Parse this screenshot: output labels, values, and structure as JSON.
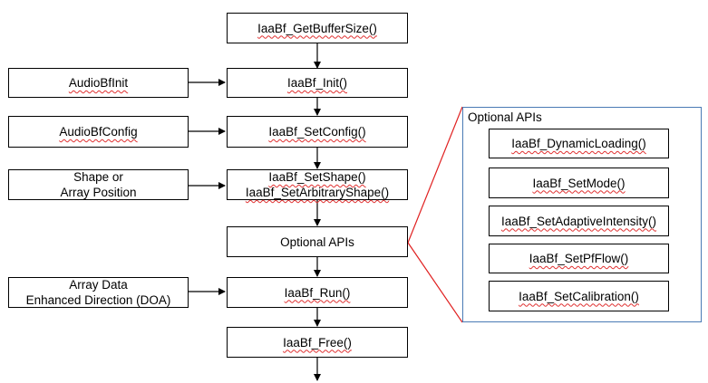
{
  "main_flow": [
    {
      "id": "getbuffersize",
      "label": "IaaBf_GetBufferSize()"
    },
    {
      "id": "init",
      "label": "IaaBf_Init()"
    },
    {
      "id": "setconfig",
      "label": "IaaBf_SetConfig()"
    },
    {
      "id": "setshape",
      "lines": [
        "IaaBf_SetShape()",
        "IaaBf_SetArbitraryShape()"
      ]
    },
    {
      "id": "optional",
      "label": "Optional APIs"
    },
    {
      "id": "run",
      "label": "IaaBf_Run()"
    },
    {
      "id": "free",
      "label": "IaaBf_Free()"
    }
  ],
  "inputs": [
    {
      "id": "audiobfinit",
      "lines": [
        "AudioBfInit"
      ]
    },
    {
      "id": "audiobfconfig",
      "lines": [
        "AudioBfConfig"
      ]
    },
    {
      "id": "shape",
      "lines": [
        "Shape or",
        "Array Position"
      ]
    },
    {
      "id": "arraydata",
      "lines": [
        "Array Data",
        "Enhanced Direction (DOA)"
      ]
    }
  ],
  "optional_panel": {
    "title": "Optional APIs",
    "items": [
      "IaaBf_DynamicLoading()",
      "IaaBf_SetMode()",
      "IaaBf_SetAdaptiveIntensity()",
      "IaaBf_SetPfFlow()",
      "IaaBf_SetCalibration()"
    ]
  },
  "colors": {
    "box_border": "#000000",
    "panel_border": "#4a7ab5",
    "callout_line": "#e02020",
    "arrow": "#000000",
    "spell_underline": "#e03030"
  }
}
